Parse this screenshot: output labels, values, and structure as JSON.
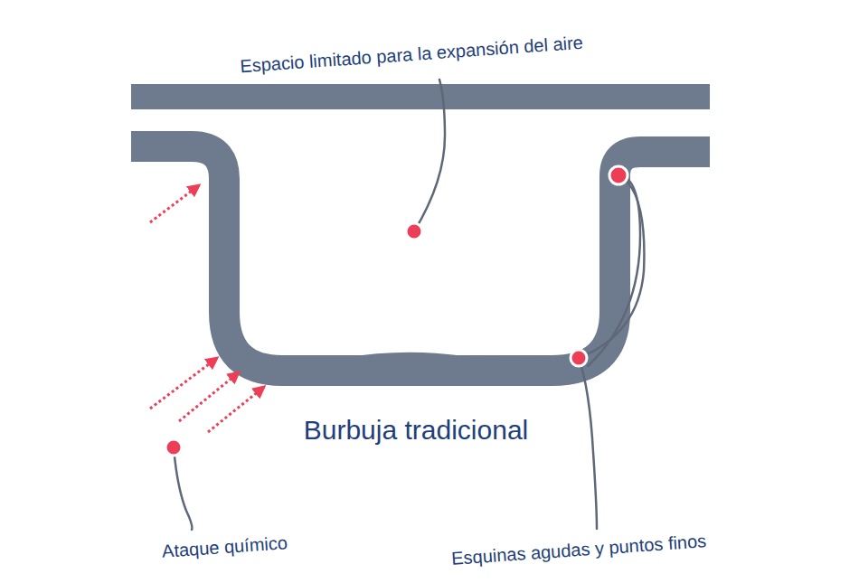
{
  "diagram": {
    "labels": [
      "Espacio limitado para la expansión del aire",
      "Burbuja tradicional",
      "Ataque químico",
      "Esquinas agudas y puntos finos"
    ]
  }
}
